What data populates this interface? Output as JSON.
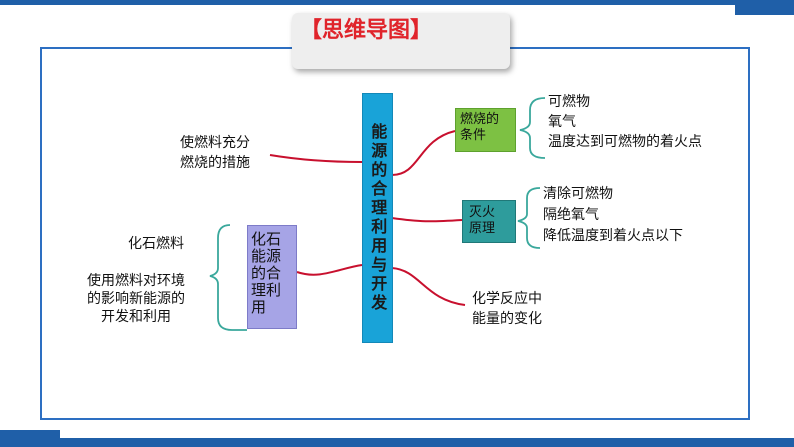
{
  "title": "【思维导图】",
  "center": "能源的合理利用与开发",
  "nodes": {
    "condition_label": "燃烧的条件",
    "condition_items": [
      "可燃物",
      "氧气",
      "温度达到可燃物的着火点"
    ],
    "extinguish_label": "灭火原理",
    "extinguish_items": [
      "清除可燃物",
      "隔绝氧气",
      "降低温度到着火点以下"
    ],
    "chem_change": [
      "化学反应中",
      "能量的变化"
    ],
    "sufficient_combustion": [
      "使燃料充分",
      "燃烧的措施"
    ],
    "sub_center": "化石能源的合理利用",
    "fossil_fuel": "化石燃料",
    "environment": [
      "使用燃料对环境",
      "的影响新能源的",
      "开发和利用"
    ]
  },
  "colors": {
    "accent": "#1f5fa8",
    "title_red": "#e0242b",
    "center_blue": "#19a3d8",
    "condition_green": "#7dc143",
    "extinguish_teal": "#2e9c9c",
    "sub_purple": "#a6a4e6",
    "connector_red": "#c8102e",
    "bracket_teal": "#3aa89c"
  }
}
